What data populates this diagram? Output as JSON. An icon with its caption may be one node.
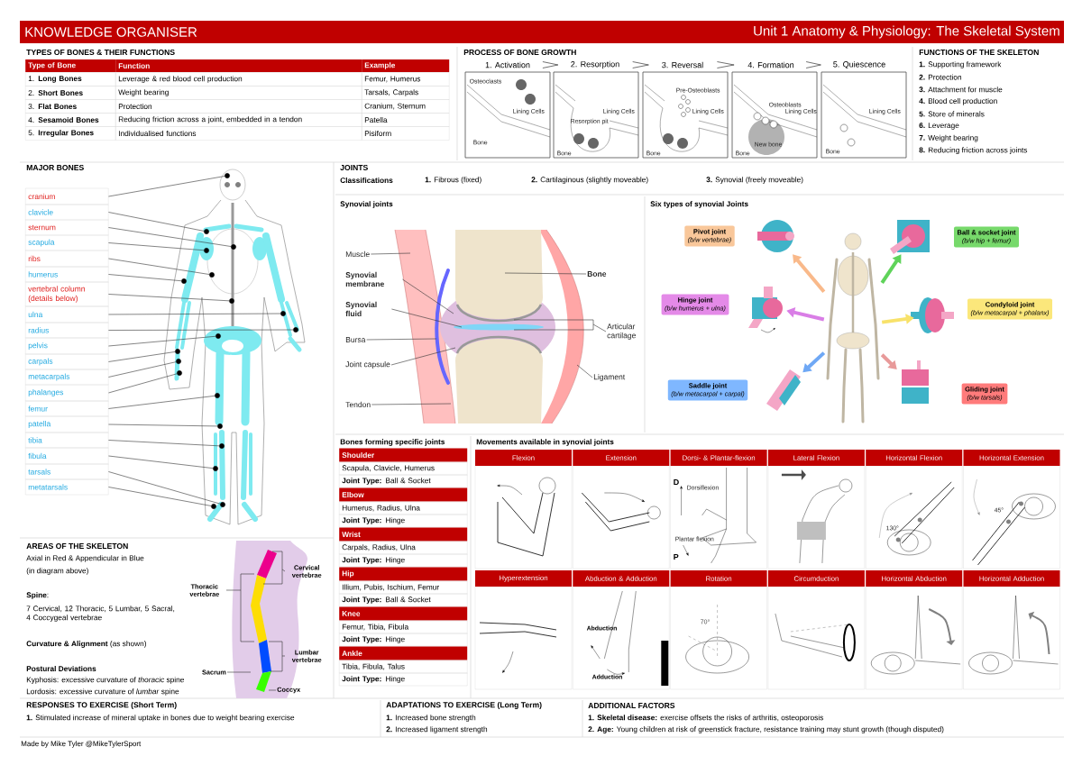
{
  "diagram": {
    "title": "Unit 1 Anatomy & Physiology: The Skeletal System",
    "caption": "Made by Mike Tyler @MikeTylerSport",
    "nodes": [
      {
        "text": [
          "cranium"
        ]
      },
      {
        "text": [
          "clavicle"
        ]
      },
      {
        "text": [
          "sternum"
        ]
      },
      {
        "text": [
          "scapula"
        ]
      },
      {
        "text": [
          "ribs"
        ]
      },
      {
        "text": [
          "humerus"
        ]
      },
      {
        "text": [
          "vertebral column (details below)"
        ]
      },
      {
        "text": [
          "ulna"
        ]
      },
      {
        "text": [
          "radius"
        ]
      },
      {
        "text": [
          "pelvis"
        ]
      },
      {
        "text": [
          "carpals"
        ]
      },
      {
        "text": [
          "metacarpals"
        ]
      },
      {
        "text": [
          "phalanges"
        ]
      },
      {
        "text": [
          "femur"
        ]
      },
      {
        "text": [
          "patella"
        ]
      },
      {
        "text": [
          "tibia"
        ]
      },
      {
        "text": [
          "fibula"
        ]
      },
      {
        "text": [
          "tarsals"
        ]
      },
      {
        "text": [
          "metatarsals"
        ]
      },
      {
        "text": [
          "1. Activation"
        ]
      },
      {
        "text": [
          "2. Resorption"
        ]
      },
      {
        "text": [
          "3. Reversal"
        ]
      },
      {
        "text": [
          "4. Formation"
        ]
      },
      {
        "text": [
          "5. Quiescence"
        ]
      },
      {
        "text": [
          "Muscle"
        ]
      },
      {
        "text": [
          "Synovial membrane"
        ]
      },
      {
        "text": [
          "Synovial fluid"
        ]
      },
      {
        "text": [
          "Bursa"
        ]
      },
      {
        "text": [
          "Joint capsule"
        ]
      },
      {
        "text": [
          "Tendon"
        ]
      },
      {
        "text": [
          "Bone"
        ]
      },
      {
        "text": [
          "Articular cartilage"
        ]
      },
      {
        "text": [
          "Ligament"
        ]
      },
      {
        "text": [],
        "shape": "picture"
      },
      {
        "text": [
          "Pivot joint",
          "(b/w vertebrae)"
        ]
      },
      {
        "text": [
          "Ball & socket joint",
          "(b/w hip + femur)"
        ]
      },
      {
        "text": [
          "Hinge joint",
          "(b/w humerus + ulna)"
        ]
      },
      {
        "text": [
          "Condyloid joint",
          "(b/w metacarpal + phalanx)"
        ]
      },
      {
        "text": [
          "Saddle joint",
          "(b/w metacarpal + carpal)"
        ]
      },
      {
        "text": [
          "Gliding joint",
          "(b/w tarsals)"
        ]
      },
      {
        "text": [],
        "shape": "picture"
      },
      {
        "text": [],
        "shape": "picture"
      },
      {
        "text": [],
        "shape": "picture"
      },
      {
        "text": [],
        "shape": "picture"
      },
      {
        "text": [],
        "shape": "picture"
      },
      {
        "text": [],
        "shape": "picture"
      },
      {
        "text": [
          "Thoracic vertebrae"
        ]
      },
      {
        "text": [
          "Cervical vertebrae"
        ]
      },
      {
        "text": [
          "Lumbar vertebrae"
        ]
      },
      {
        "text": [
          "Sacrum"
        ]
      },
      {
        "text": [
          "Coccyx"
        ]
      },
      {
        "text": [],
        "shape": "circle"
      },
      {
        "text": [],
        "shape": "circle"
      },
      {
        "text": [],
        "shape": "circle"
      },
      {
        "text": [],
        "shape": "circle"
      },
      {
        "text": [],
        "shape": "circle"
      },
      {
        "text": [],
        "shape": "circle"
      },
      {
        "text": [],
        "shape": "circle"
      },
      {
        "text": [],
        "shape": "circle"
      },
      {
        "text": [],
        "shape": "circle"
      },
      {
        "text": [],
        "shape": "circle"
      },
      {
        "text": [],
        "shape": "circle"
      },
      {
        "text": [],
        "shape": "circle"
      },
      {
        "text": [],
        "shape": "circle"
      },
      {
        "text": [],
        "shape": "circle"
      },
      {
        "text": [],
        "shape": "circle"
      },
      {
        "text": [],
        "shape": "circle"
      },
      {
        "text": [],
        "shape": "circle"
      },
      {
        "text": [],
        "shape": "circle"
      },
      {
        "text": [],
        "shape": "circle"
      }
    ],
    "edges": [
      {
        "from": 0,
        "to": 51,
        "arrow": "none"
      },
      {
        "from": 1,
        "to": 52,
        "arrow": "none"
      },
      {
        "from": 2,
        "to": 53,
        "arrow": "none"
      },
      {
        "from": 3,
        "to": 54,
        "arrow": "none"
      },
      {
        "from": 4,
        "to": 55,
        "arrow": "none"
      },
      {
        "from": 5,
        "to": 56,
        "arrow": "none"
      },
      {
        "from": 6,
        "to": 57,
        "arrow": "none"
      },
      {
        "from": 7,
        "to": 58,
        "arrow": "none"
      },
      {
        "from": 8,
        "to": 59,
        "arrow": "none"
      },
      {
        "from": 9,
        "to": 60,
        "arrow": "none"
      },
      {
        "from": 10,
        "to": 61,
        "arrow": "none"
      },
      {
        "from": 11,
        "to": 62,
        "arrow": "none"
      },
      {
        "from": 12,
        "to": 63,
        "arrow": "none"
      },
      {
        "from": 13,
        "to": 64,
        "arrow": "none"
      },
      {
        "from": 14,
        "to": 65,
        "arrow": "none"
      },
      {
        "from": 15,
        "to": 66,
        "arrow": "none"
      },
      {
        "from": 16,
        "to": 67,
        "arrow": "none"
      },
      {
        "from": 17,
        "to": 68,
        "arrow": "none"
      },
      {
        "from": 18,
        "to": 69,
        "arrow": "none"
      },
      {
        "from": 19,
        "to": 20,
        "arrow": "to"
      },
      {
        "from": 20,
        "to": 21,
        "arrow": "to"
      },
      {
        "from": 21,
        "to": 22,
        "arrow": "to"
      },
      {
        "from": 22,
        "to": 23,
        "arrow": "to"
      },
      {
        "from": 24,
        "to": null,
        "arrow": "none"
      },
      {
        "from": 25,
        "to": null,
        "arrow": "none"
      },
      {
        "from": 26,
        "to": null,
        "arrow": "none"
      },
      {
        "from": 27,
        "to": null,
        "arrow": "none"
      },
      {
        "from": 28,
        "to": null,
        "arrow": "none"
      },
      {
        "from": 29,
        "to": null,
        "arrow": "none"
      },
      {
        "from": 30,
        "to": null,
        "arrow": "none"
      },
      {
        "from": 31,
        "to": null,
        "arrow": "none"
      },
      {
        "from": 32,
        "to": null,
        "arrow": "none"
      },
      {
        "from": 33,
        "to": 40,
        "arrow": "to",
        "style": "thick",
        "color": "#f9b98a"
      },
      {
        "from": 33,
        "to": 41,
        "arrow": "to",
        "style": "thick",
        "color": "#5fd35a"
      },
      {
        "from": 33,
        "to": 42,
        "arrow": "to",
        "style": "thick",
        "color": "#d97ee6"
      },
      {
        "from": 33,
        "to": 43,
        "arrow": "to",
        "style": "thick",
        "color": "#f8e26a"
      },
      {
        "from": 33,
        "to": 44,
        "arrow": "to",
        "style": "thick",
        "color": "#6fa8f5"
      },
      {
        "from": 33,
        "to": 45,
        "arrow": "to",
        "style": "thick",
        "color": "#e89a9a"
      },
      {
        "from": 46,
        "to": null,
        "arrow": "none"
      },
      {
        "from": 47,
        "to": null,
        "arrow": "none"
      },
      {
        "from": 48,
        "to": null,
        "arrow": "none"
      },
      {
        "from": 49,
        "to": null,
        "arrow": "none"
      },
      {
        "from": 50,
        "to": null,
        "arrow": "none"
      }
    ],
    "labels": [
      "KNOWLEDGE ORGANISER",
      "TYPES OF BONES & THEIR FUNCTIONS",
      "Type of Bone",
      "Function",
      "Example",
      "1. **Long Bones**",
      "Leverage & red blood cell production",
      "Femur, Humerus",
      "2. **Short Bones**",
      "Weight bearing",
      "Tarsals, Carpals",
      "3. **Flat Bones**",
      "Protection",
      "Cranium, Sternum",
      "4. **Sesamoid Bones**",
      "Reducing friction across a joint, embedded in a tendon",
      "Patella",
      "5. **Irregular Bones**",
      "Individualised functions",
      "Pisiform",
      "PROCESS OF BONE GROWTH",
      "Osteoclasts",
      "Lining Cells",
      "Bone",
      "Resorption pit",
      "Lining Cells",
      "Bone",
      "Pre-Osteoblasts",
      "Lining Cells",
      "Bone",
      "Osteoblasts",
      "Lining Cells",
      "New bone",
      "Bone",
      "Lining Cells",
      "Bone",
      "FUNCTIONS OF THE SKELETON",
      "**1.** Supporting framework",
      "**2.** Protection",
      "**3.** Attachment for muscle",
      "**4.** Blood cell production",
      "**5.** Store of minerals",
      "**6.** Leverage",
      "**7.** Weight bearing",
      "**8.** Reducing friction across joints",
      "MAJOR BONES",
      "JOINTS",
      "Classifications",
      "**1.** Fibrous (fixed)",
      "**2.** Cartilaginous (slightly moveable)",
      "**3.** Synovial (freely moveable)",
      "Synovial joints",
      "Six types of synovial Joints",
      "Bones forming specific joints",
      "Shoulder",
      "Scapula, Clavicle, Humerus",
      "**Joint Type:** Ball & Socket",
      "Elbow",
      "Humerus, Radius, Ulna",
      "**Joint Type:** Hinge",
      "Wrist",
      "Carpals, Radius, Ulna",
      "**Joint Type:** Hinge",
      "Hip",
      "Illium, Pubis, Ischium, Femur",
      "**Joint Type:** Ball & Socket",
      "Knee",
      "Femur, Tibia, Fibula",
      "**Joint Type:** Hinge",
      "Ankle",
      "Tibia, Fibula, Talus",
      "**Joint Type:** Hinge",
      "Movements available in synovial joints",
      "Flexion",
      "Extension",
      "Dorsi- & Plantar-flexion",
      "Lateral Flexion",
      "Horizontal Flexion",
      "Horizontal Extension",
      "Hyperextension",
      "Abduction & Adduction",
      "Rotation",
      "Circumduction",
      "Horizontal Abduction",
      "Horizontal Adduction",
      "D",
      "Dorsiflexion",
      "Plantar flexion",
      "P",
      "130°",
      "45°",
      "Abduction",
      "Adduction",
      "70°",
      "AREAS OF THE SKELETON",
      "Axial in Red & Appendicular in Blue",
      "(in diagram above)",
      "**Spine**:",
      "7 Cervical, 12 Thoracic, 5 Lumbar, 5 Sacral, 4 Coccygeal vertebrae",
      "**Curvature & Alignment** (as shown)",
      "Postural Deviations",
      "Kyphosis: excessive curvature of *thoracic* spine",
      "Lordosis: excessive curvature of *lumbar* spine",
      "RESPONSES TO EXERCISE (Short Term)",
      "**1.** Stimulated increase of mineral uptake in bones due to weight bearing exercise",
      "ADAPTATIONS TO EXERCISE (Long Term)",
      "**1.** Increased bone strength",
      "**2.** Increased ligament strength",
      "ADDITIONAL FACTORS",
      "**1. Skeletal disease:** exercise offsets the risks of arthritis, osteoporosis",
      "**2. Age:** Young children at risk of greenstick fracture, resistance training may stunt growth (though disputed)"
    ]
  }
}
